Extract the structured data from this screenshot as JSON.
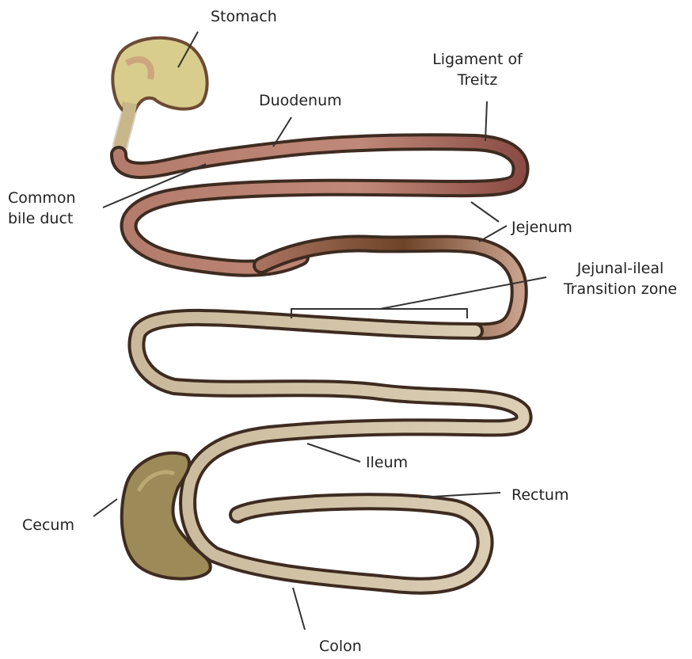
{
  "labels": {
    "stomach": "Stomach",
    "ligament_line1": "Ligament of",
    "ligament_line2": "Treitz",
    "duodenum": "Duodenum",
    "common_bile_line1": "Common",
    "common_bile_line2": "bile duct",
    "jejenum": "Jejenum",
    "transition_line1": "Jejunal-ileal",
    "transition_line2": "Transition zone",
    "ileum": "Ileum",
    "rectum": "Rectum",
    "cecum": "Cecum",
    "colon": "Colon"
  },
  "colors": {
    "upper_intestine": "#b87e72",
    "lower_intestine": "#d8cbb0",
    "dark_wall": "#3e2b20",
    "stomach": "#d8cc8a",
    "cecum": "#9c8a58",
    "leader_line": "#333333"
  }
}
